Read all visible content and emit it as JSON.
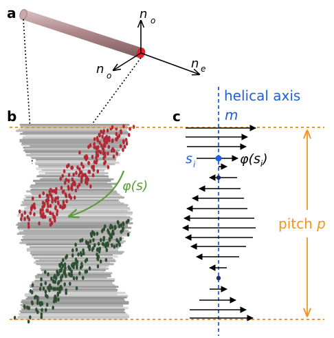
{
  "panels": {
    "a": "a",
    "b": "b",
    "c": "c"
  },
  "vectors": {
    "no_top": "n",
    "no_top_sub": "o",
    "ne": "n",
    "ne_sub": "e",
    "no_left": "n",
    "no_left_sub": "o"
  },
  "axis": {
    "title": "helical axis",
    "symbol": "m"
  },
  "phi_b": "φ(s)",
  "si": {
    "main": "s",
    "sub": "i"
  },
  "phi_si": {
    "prefix": "φ(s",
    "sub": "i",
    "suffix": ")"
  },
  "pitch": {
    "word": "pitch ",
    "symbol": "p"
  },
  "colors": {
    "axis_blue": "#1f5fe0",
    "pitch_orange": "#f5931f",
    "phi_green": "#5a9c3a",
    "red_end": "#e8222a",
    "red_pattern": "#b02a35",
    "green_pattern": "#2f4f32",
    "rod": "#b38a8c"
  }
}
